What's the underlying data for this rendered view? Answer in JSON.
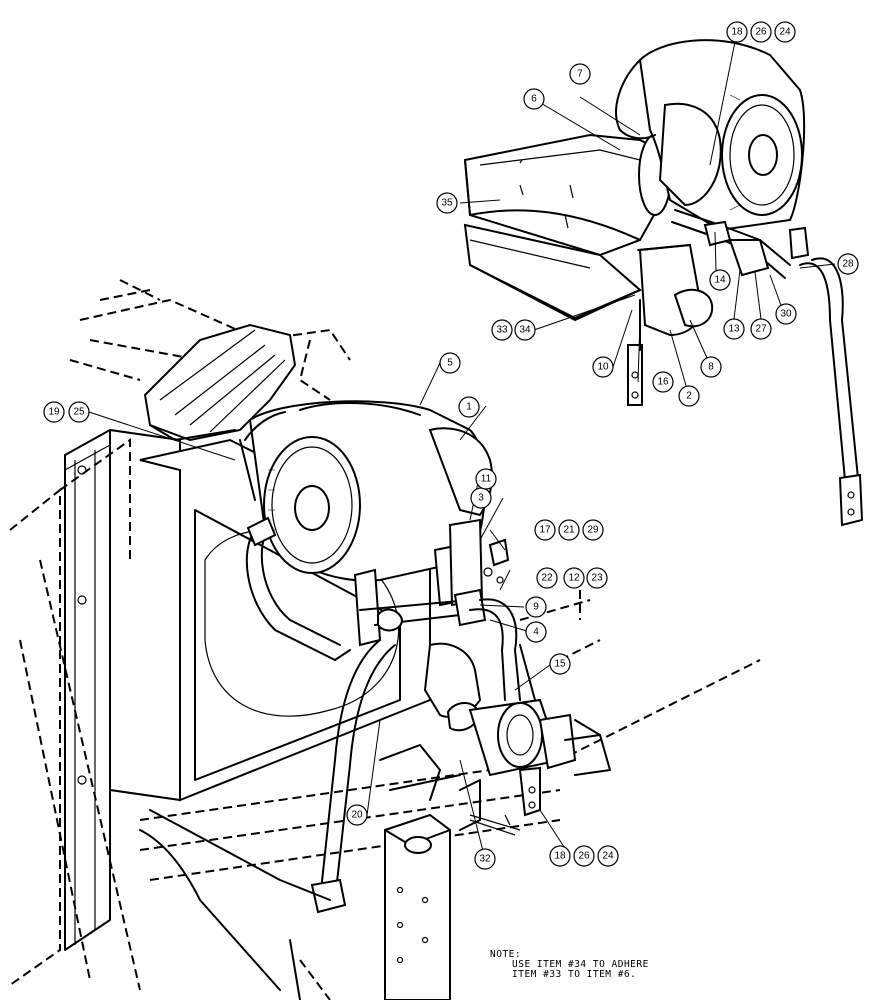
{
  "callouts": {
    "c1": "1",
    "c2": "2",
    "c3": "3",
    "c4": "4",
    "c5": "5",
    "c6": "6",
    "c7": "7",
    "c8": "8",
    "c9": "9",
    "c10": "10",
    "c11": "11",
    "c12": "12",
    "c13": "13",
    "c14": "14",
    "c15": "15",
    "c16": "16",
    "c17": "17",
    "c18": "18",
    "c18b": "18",
    "c19": "19",
    "c20": "20",
    "c21": "21",
    "c22": "22",
    "c23": "23",
    "c24": "24",
    "c24b": "24",
    "c25": "25",
    "c26": "26",
    "c26b": "26",
    "c27": "27",
    "c28": "28",
    "c29": "29",
    "c30": "30",
    "c32": "32",
    "c33": "33",
    "c34": "34",
    "c35": "35"
  },
  "note": {
    "heading": "NOTE:",
    "line1": "USE ITEM #34 TO ADHERE",
    "line2": "ITEM #33 TO ITEM #6."
  }
}
